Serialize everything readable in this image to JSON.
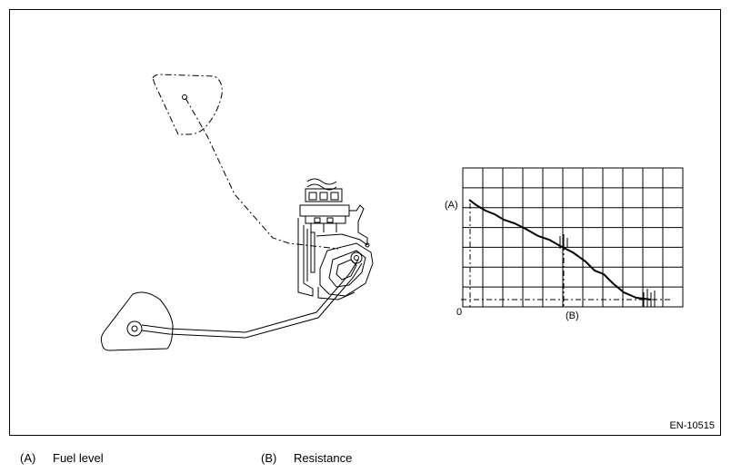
{
  "figure_id": "EN-10515",
  "graph": {
    "y_label": "(A)",
    "x_label": "(B)",
    "origin_label": "0"
  },
  "legend": [
    {
      "key": "(A)",
      "text": "Fuel level"
    },
    {
      "key": "(B)",
      "text": "Resistance"
    }
  ]
}
